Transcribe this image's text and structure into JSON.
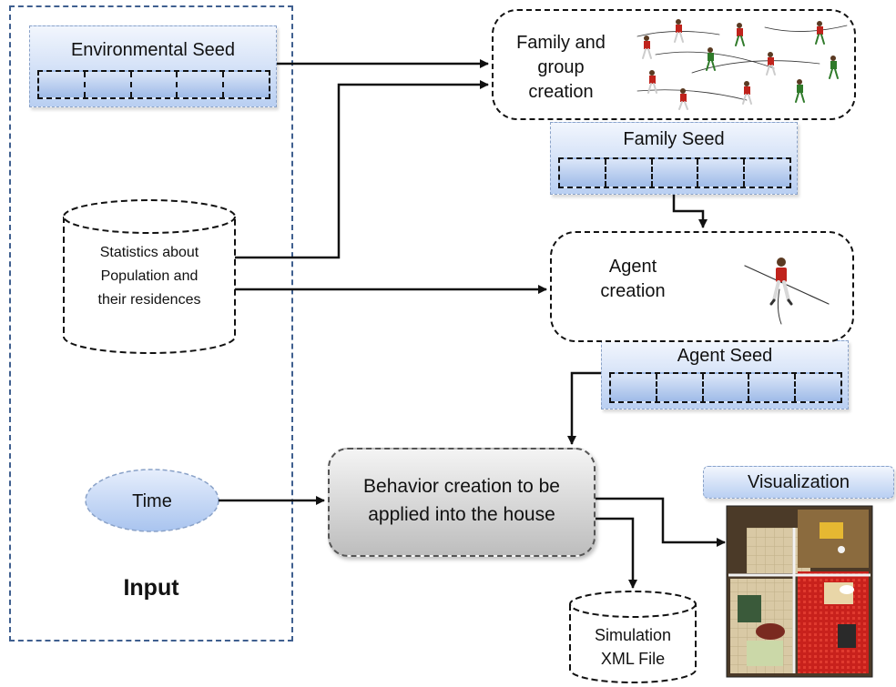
{
  "input_panel": {
    "label": "Input"
  },
  "environmental_seed": {
    "title": "Environmental Seed"
  },
  "family_seed": {
    "title": "Family Seed"
  },
  "agent_seed": {
    "title": "Agent Seed"
  },
  "statistics_db": {
    "lines": [
      "Statistics about",
      "Population and",
      "their residences"
    ]
  },
  "time_node": {
    "label": "Time"
  },
  "family_creation": {
    "lines": [
      "Family and",
      "group",
      "creation"
    ]
  },
  "agent_creation": {
    "lines": [
      "Agent",
      "creation"
    ]
  },
  "behavior_creation": {
    "lines": [
      "Behavior creation to be",
      "applied into the house"
    ]
  },
  "visualization": {
    "title": "Visualization"
  },
  "simulation_file": {
    "lines": [
      "Simulation",
      "XML File"
    ]
  }
}
